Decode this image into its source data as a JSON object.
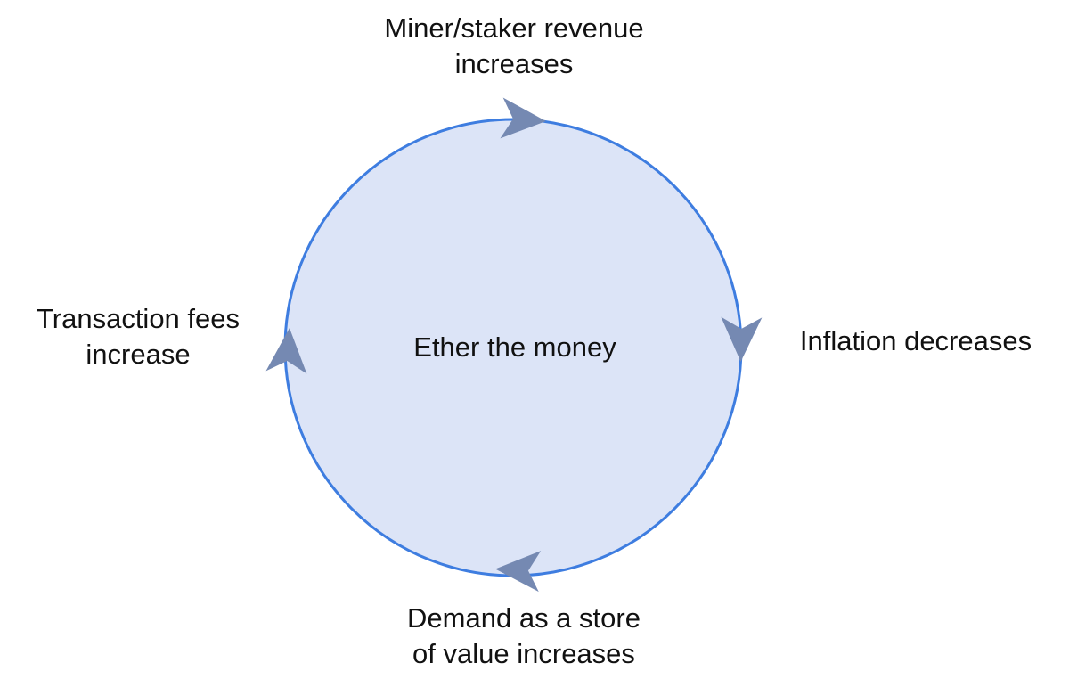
{
  "colors": {
    "background": "#ffffff",
    "circle_fill": "#dce4f7",
    "circle_stroke": "#3e7de0",
    "arrow": "#7589b2",
    "text": "#111111"
  },
  "cycle": {
    "direction": "clockwise",
    "center_label": "Ether the money",
    "steps": [
      {
        "position": "top",
        "label": "Miner/staker revenue\nincreases"
      },
      {
        "position": "right",
        "label": "Inflation decreases"
      },
      {
        "position": "bottom",
        "label": "Demand as a store\nof value increases"
      },
      {
        "position": "left",
        "label": "Transaction fees\nincrease"
      }
    ]
  }
}
